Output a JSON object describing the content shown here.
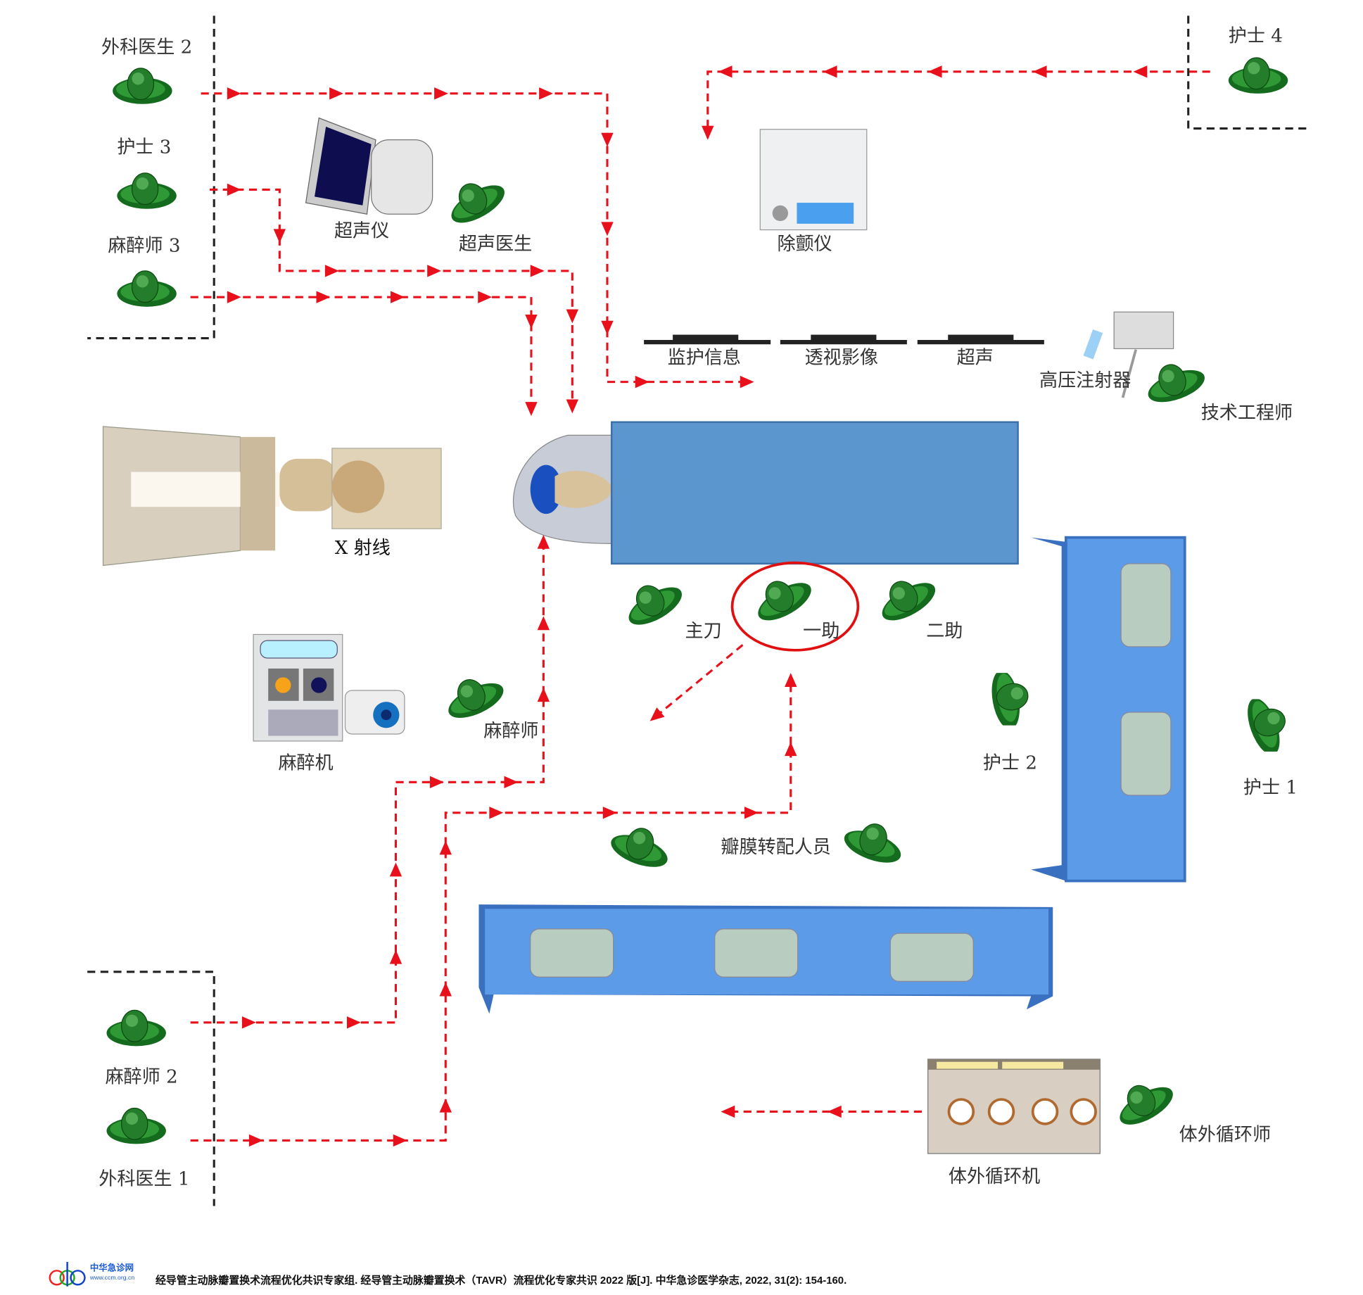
{
  "labels": {
    "surgeon2": "外科医生 2",
    "nurse3": "护士 3",
    "anesth3": "麻醉师 3",
    "ultrasound_machine": "超声仪",
    "sonographer": "超声医生",
    "defibrillator": "除颤仪",
    "nurse4": "护士 4",
    "monitor_info": "监护信息",
    "fluoro_image": "透视影像",
    "ultrasound_screen": "超声",
    "injector": "高压注射器",
    "technician": "技术工程师",
    "xray": "X 射线",
    "primary_surgeon": "主刀",
    "first_assistant": "一助",
    "second_assistant": "二助",
    "anesthesiologist": "麻醉师",
    "anesthesia_machine": "麻醉机",
    "nurse2": "护士 2",
    "nurse1": "护士 1",
    "valve_loader": "瓣膜转配人员",
    "anesth2": "麻醉师 2",
    "surgeon1": "外科医生 1",
    "bypass_machine": "体外循环机",
    "perfusionist": "体外循环师"
  },
  "footer": {
    "logo_title": "中华急诊网",
    "logo_url": "www.ccm.org.cn",
    "citation": "经导管主动脉瓣置换术流程优化共识专家组. 经导管主动脉瓣置换术（TAVR）流程优化专家共识 2022 版[J]. 中华急诊医学杂志, 2022, 31(2): 154-160."
  },
  "colors": {
    "flow": "#e8101a",
    "person": "#1f8a2a",
    "table": "#5b96cf",
    "highlight": "#e01010"
  }
}
